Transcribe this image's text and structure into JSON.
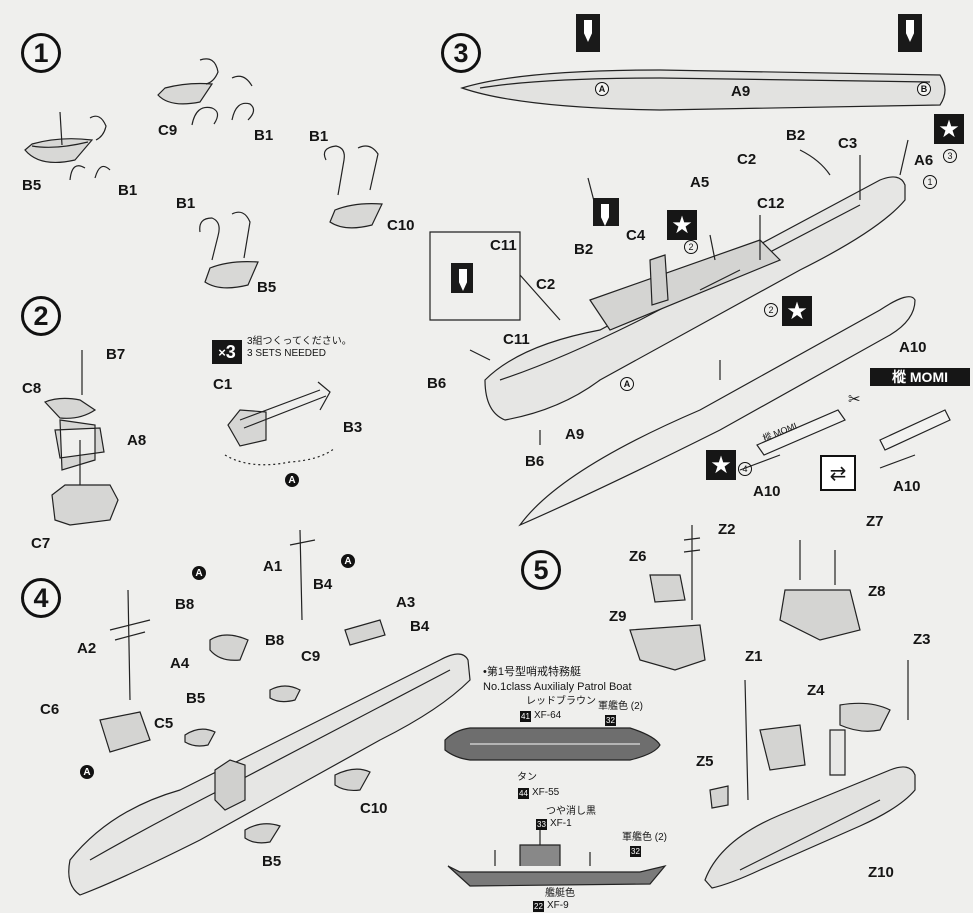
{
  "steps": {
    "s1": "1",
    "s2": "2",
    "s3": "3",
    "s4": "4",
    "s5": "5"
  },
  "step1": {
    "b5a": "B5",
    "b1a": "B1",
    "c9": "C9",
    "b1b": "B1",
    "b1c": "B1",
    "b5b": "B5",
    "b1d": "B1",
    "c10": "C10"
  },
  "step2": {
    "b7": "B7",
    "c8": "C8",
    "a8": "A8",
    "c7": "C7",
    "x3": "3",
    "note_jp": "3組つくってください。",
    "note_en": "3 SETS NEEDED",
    "c1": "C1",
    "b3": "B3",
    "mark": "A"
  },
  "step3": {
    "a_mark": "A",
    "b_mark": "B",
    "a9_top": "A9",
    "b2a": "B2",
    "c3": "C3",
    "a6": "A6",
    "n3": "3",
    "n1": "1",
    "c2a": "C2",
    "a5": "A5",
    "c12": "C12",
    "c11a": "C11",
    "b2b": "B2",
    "c4": "C4",
    "n2a": "2",
    "n2b": "2",
    "c2b": "C2",
    "c11b": "C11",
    "a10a": "A10",
    "b6a": "B6",
    "a9": "A9",
    "b6b": "B6",
    "momi": "樅 MOMI",
    "n4": "4",
    "a10b": "A10",
    "a10c": "A10",
    "decal_text": "樅 MOMI"
  },
  "step4": {
    "a1": "A1",
    "b4a": "B4",
    "a3": "A3",
    "b4b": "B4",
    "b8a": "B8",
    "a4": "A4",
    "b8b": "B8",
    "a2": "A2",
    "c9": "C9",
    "b5a": "B5",
    "c6": "C6",
    "c5": "C5",
    "c10": "C10",
    "b5b": "B5",
    "mark": "A"
  },
  "paint": {
    "title_jp": "•第1号型哨戒特務艇",
    "title_en": "No.1class Auxilialy Patrol Boat",
    "red_brown": "レッドブラウン",
    "n41": "41",
    "xf64": "XF-64",
    "gunkan2": "軍艦色 (2)",
    "n32a": "32",
    "tan": "タン",
    "n44": "44",
    "xf55": "XF-55",
    "matt_black": "つや消し黒",
    "n33": "33",
    "xf1": "XF-1",
    "gunkan2b": "軍艦色 (2)",
    "n32b": "32",
    "kantei": "艦艇色",
    "n2x": "22",
    "xf9": "XF-9"
  },
  "step5": {
    "z2": "Z2",
    "z6": "Z6",
    "z9": "Z9",
    "z7": "Z7",
    "z8": "Z8",
    "z1": "Z1",
    "z3": "Z3",
    "z4": "Z4",
    "z5": "Z5",
    "z10": "Z10"
  }
}
